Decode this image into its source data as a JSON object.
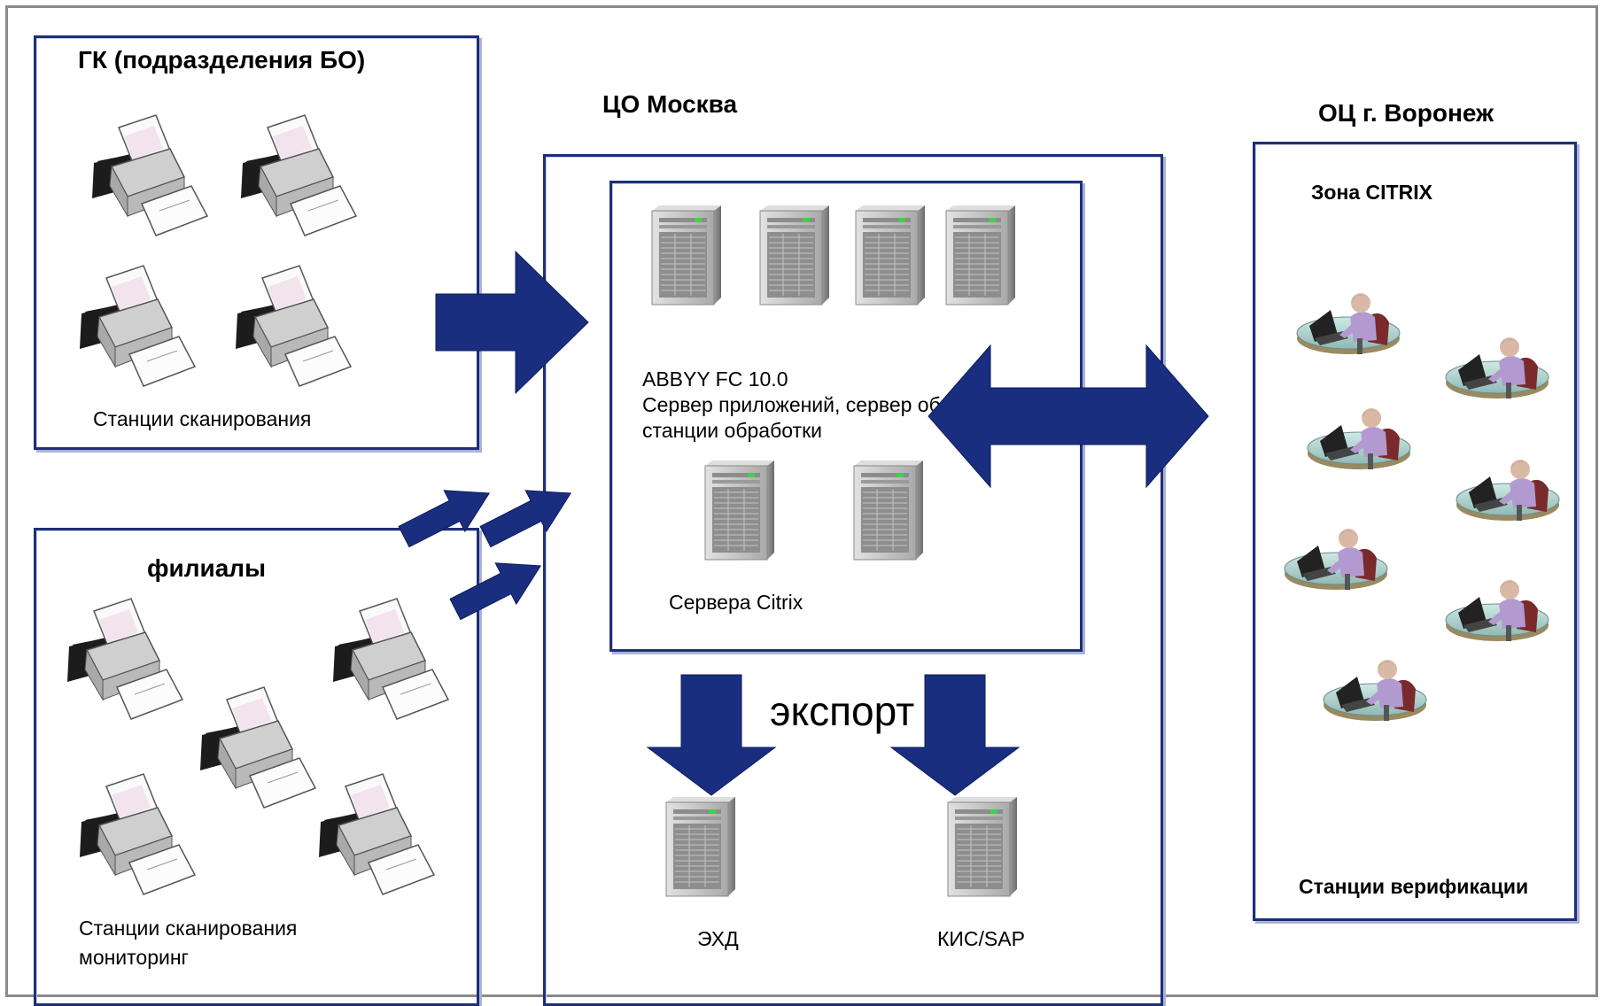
{
  "gk_box": {
    "title": "ГК (подразделения БО)",
    "caption": "Станции сканирования"
  },
  "branches_box": {
    "title": "филиалы",
    "caption_line1": "Станции сканирования",
    "caption_line2": "мониторинг"
  },
  "moscow": {
    "title": "ЦО Москва",
    "abbyy_line1": "ABBYY FC 10.0",
    "abbyy_line2": "Сервер приложений, сервер обработки,",
    "abbyy_line3": "станции обработки",
    "citrix_caption": "Сервера Citrix",
    "export_label": "экспорт",
    "ehd_label": "ЭХД",
    "sap_label": "КИС/SAP"
  },
  "voronezh": {
    "title": "ОЦ  г. Воронеж",
    "zone_label": "Зона CITRIX",
    "caption": "Станции верификации"
  },
  "colors": {
    "arrow": "#1a2e80",
    "box_border": "#1e2f78",
    "server_body": "#c9c9c9",
    "server_led": "#3fd14a"
  }
}
